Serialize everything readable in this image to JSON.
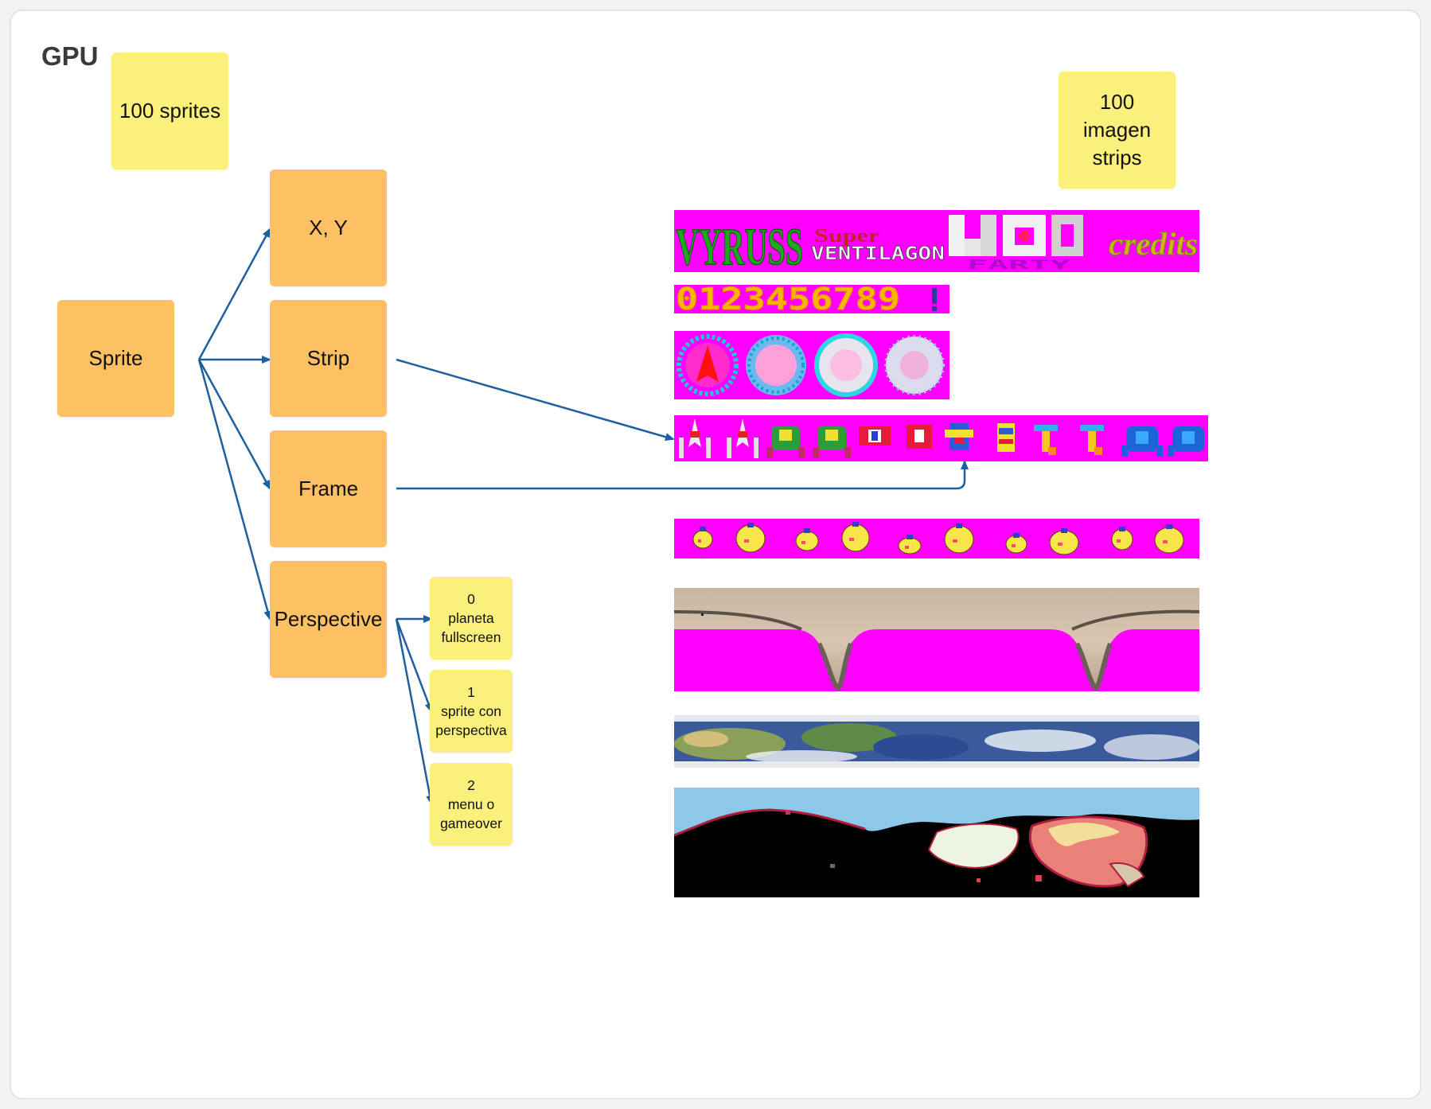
{
  "frame": {
    "title": "GPU"
  },
  "notes": {
    "sprites_count": "100 sprites",
    "strips_count_line1": "100 imagen",
    "strips_count_line2": "strips"
  },
  "nodes": {
    "sprite": "Sprite",
    "xy": "X, Y",
    "strip": "Strip",
    "frame": "Frame",
    "perspective": "Perspective"
  },
  "perspective_modes": [
    {
      "lines": [
        "0",
        "planeta",
        "fullscreen"
      ]
    },
    {
      "lines": [
        "1",
        "sprite con",
        "perspectiva"
      ]
    },
    {
      "lines": [
        "2",
        "menu o",
        "gameover"
      ]
    }
  ],
  "strip_images": {
    "titles": {
      "vyruss": "VYRUSS",
      "super": "Super",
      "ventilagon": "VENTILAGON",
      "vlad": "VLAD",
      "farty": "FARTY",
      "credits": "credits"
    },
    "digits": "0123456789"
  },
  "colors": {
    "orange_node": "#fdc062",
    "yellow_note": "#faf07b",
    "arrow": "#1d5fa0",
    "magenta": "#ff00ff"
  }
}
